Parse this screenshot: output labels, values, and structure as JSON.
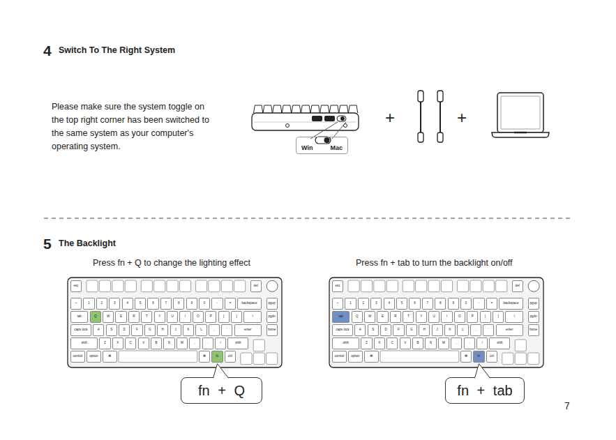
{
  "diagram": {
    "nodes": [
      {
        "text": [
          "Win",
          "Mac"
        ]
      },
      {
        "text": [
          "esc"
        ]
      },
      {
        "text": [
          "del"
        ]
      },
      {
        "text": [
          "~"
        ]
      },
      {
        "text": [
          "1"
        ]
      },
      {
        "text": [
          "2"
        ]
      },
      {
        "text": [
          "3"
        ]
      },
      {
        "text": [
          "4"
        ]
      },
      {
        "text": [
          "5"
        ]
      },
      {
        "text": [
          "6"
        ]
      },
      {
        "text": [
          "7"
        ]
      },
      {
        "text": [
          "8"
        ]
      },
      {
        "text": [
          "9"
        ]
      },
      {
        "text": [
          "0"
        ]
      },
      {
        "text": [
          "-"
        ]
      },
      {
        "text": [
          "="
        ]
      },
      {
        "text": [
          "backspace"
        ]
      },
      {
        "text": [
          "pgup"
        ]
      },
      {
        "text": [
          "tab"
        ]
      },
      {
        "text": [
          "Q"
        ]
      },
      {
        "text": [
          "W"
        ]
      },
      {
        "text": [
          "E"
        ]
      },
      {
        "text": [
          "R"
        ]
      },
      {
        "text": [
          "T"
        ]
      },
      {
        "text": [
          "Y"
        ]
      },
      {
        "text": [
          "U"
        ]
      },
      {
        "text": [
          "I"
        ]
      },
      {
        "text": [
          "O"
        ]
      },
      {
        "text": [
          "P"
        ]
      },
      {
        "text": [
          "["
        ]
      },
      {
        "text": [
          "]"
        ]
      },
      {
        "text": [
          "\\"
        ]
      },
      {
        "text": [
          "pgdn"
        ]
      },
      {
        "text": [
          "caps lock"
        ]
      },
      {
        "text": [
          "A"
        ]
      },
      {
        "text": [
          "S"
        ]
      },
      {
        "text": [
          "D"
        ]
      },
      {
        "text": [
          "F"
        ]
      },
      {
        "text": [
          "G"
        ]
      },
      {
        "text": [
          "H"
        ]
      },
      {
        "text": [
          "J"
        ]
      },
      {
        "text": [
          "K"
        ]
      },
      {
        "text": [
          "L"
        ]
      },
      {
        "text": [
          ";"
        ]
      },
      {
        "text": [
          "'"
        ]
      },
      {
        "text": [
          "enter"
        ]
      },
      {
        "text": [
          "home"
        ]
      },
      {
        "text": [
          "shift"
        ]
      },
      {
        "text": [
          "Z"
        ]
      },
      {
        "text": [
          "X"
        ]
      },
      {
        "text": [
          "C"
        ]
      },
      {
        "text": [
          "V"
        ]
      },
      {
        "text": [
          "B"
        ]
      },
      {
        "text": [
          "N"
        ]
      },
      {
        "text": [
          "M"
        ]
      },
      {
        "text": [
          ","
        ]
      },
      {
        "text": [
          "."
        ]
      },
      {
        "text": [
          "/"
        ]
      },
      {
        "text": [
          "shift"
        ]
      },
      {
        "text": [
          "control"
        ]
      },
      {
        "text": [
          "option"
        ]
      },
      {
        "text": [
          "⌘"
        ]
      },
      {
        "text": [
          "⌘"
        ]
      },
      {
        "text": [
          "fn"
        ]
      },
      {
        "text": [
          "ctrl"
        ]
      },
      {
        "text": [
          "fn + Q"
        ]
      },
      {
        "text": [
          "esc"
        ]
      },
      {
        "text": [
          "del"
        ]
      },
      {
        "text": [
          "~"
        ]
      },
      {
        "text": [
          "1"
        ]
      },
      {
        "text": [
          "2"
        ]
      },
      {
        "text": [
          "3"
        ]
      },
      {
        "text": [
          "4"
        ]
      },
      {
        "text": [
          "5"
        ]
      },
      {
        "text": [
          "6"
        ]
      },
      {
        "text": [
          "7"
        ]
      },
      {
        "text": [
          "8"
        ]
      },
      {
        "text": [
          "9"
        ]
      },
      {
        "text": [
          "0"
        ]
      },
      {
        "text": [
          "-"
        ]
      },
      {
        "text": [
          "="
        ]
      },
      {
        "text": [
          "backspace"
        ]
      },
      {
        "text": [
          "pgup"
        ]
      },
      {
        "text": [
          "tab"
        ]
      },
      {
        "text": [
          "Q"
        ]
      },
      {
        "text": [
          "W"
        ]
      },
      {
        "text": [
          "E"
        ]
      },
      {
        "text": [
          "R"
        ]
      },
      {
        "text": [
          "T"
        ]
      },
      {
        "text": [
          "Y"
        ]
      },
      {
        "text": [
          "U"
        ]
      },
      {
        "text": [
          "I"
        ]
      },
      {
        "text": [
          "O"
        ]
      },
      {
        "text": [
          "P"
        ]
      },
      {
        "text": [
          "["
        ]
      },
      {
        "text": [
          "]"
        ]
      },
      {
        "text": [
          "\\"
        ]
      },
      {
        "text": [
          "pgdn"
        ]
      },
      {
        "text": [
          "caps lock"
        ]
      },
      {
        "text": [
          "A"
        ]
      },
      {
        "text": [
          "S"
        ]
      },
      {
        "text": [
          "D"
        ]
      },
      {
        "text": [
          "F"
        ]
      },
      {
        "text": [
          "G"
        ]
      },
      {
        "text": [
          "H"
        ]
      },
      {
        "text": [
          "J"
        ]
      },
      {
        "text": [
          "K"
        ]
      },
      {
        "text": [
          "L"
        ]
      },
      {
        "text": [
          ";"
        ]
      },
      {
        "text": [
          "'"
        ]
      },
      {
        "text": [
          "enter"
        ]
      },
      {
        "text": [
          "home"
        ]
      },
      {
        "text": [
          "shift"
        ]
      },
      {
        "text": [
          "Z"
        ]
      },
      {
        "text": [
          "X"
        ]
      },
      {
        "text": [
          "C"
        ]
      },
      {
        "text": [
          "V"
        ]
      },
      {
        "text": [
          "B"
        ]
      },
      {
        "text": [
          "N"
        ]
      },
      {
        "text": [
          "M"
        ]
      },
      {
        "text": [
          ","
        ]
      },
      {
        "text": [
          "."
        ]
      },
      {
        "text": [
          "/"
        ]
      },
      {
        "text": [
          "shift"
        ]
      },
      {
        "text": [
          "control"
        ]
      },
      {
        "text": [
          "option"
        ]
      },
      {
        "text": [
          "⌘"
        ]
      },
      {
        "text": [
          "⌘"
        ]
      },
      {
        "text": [
          "fn"
        ]
      },
      {
        "text": [
          "ctrl"
        ]
      },
      {
        "text": [
          "fn + tab"
        ]
      }
    ],
    "labels": [
      "4",
      "Switch To The Right System",
      "Please make sure the system toggle on the top right corner has been switched to the same system as your computer's operating system.",
      "+",
      "+",
      "5",
      "The Backlight",
      "Press fn + Q to change the lighting effect",
      "Press fn + tab to turn the backlight on/off",
      "7"
    ]
  }
}
